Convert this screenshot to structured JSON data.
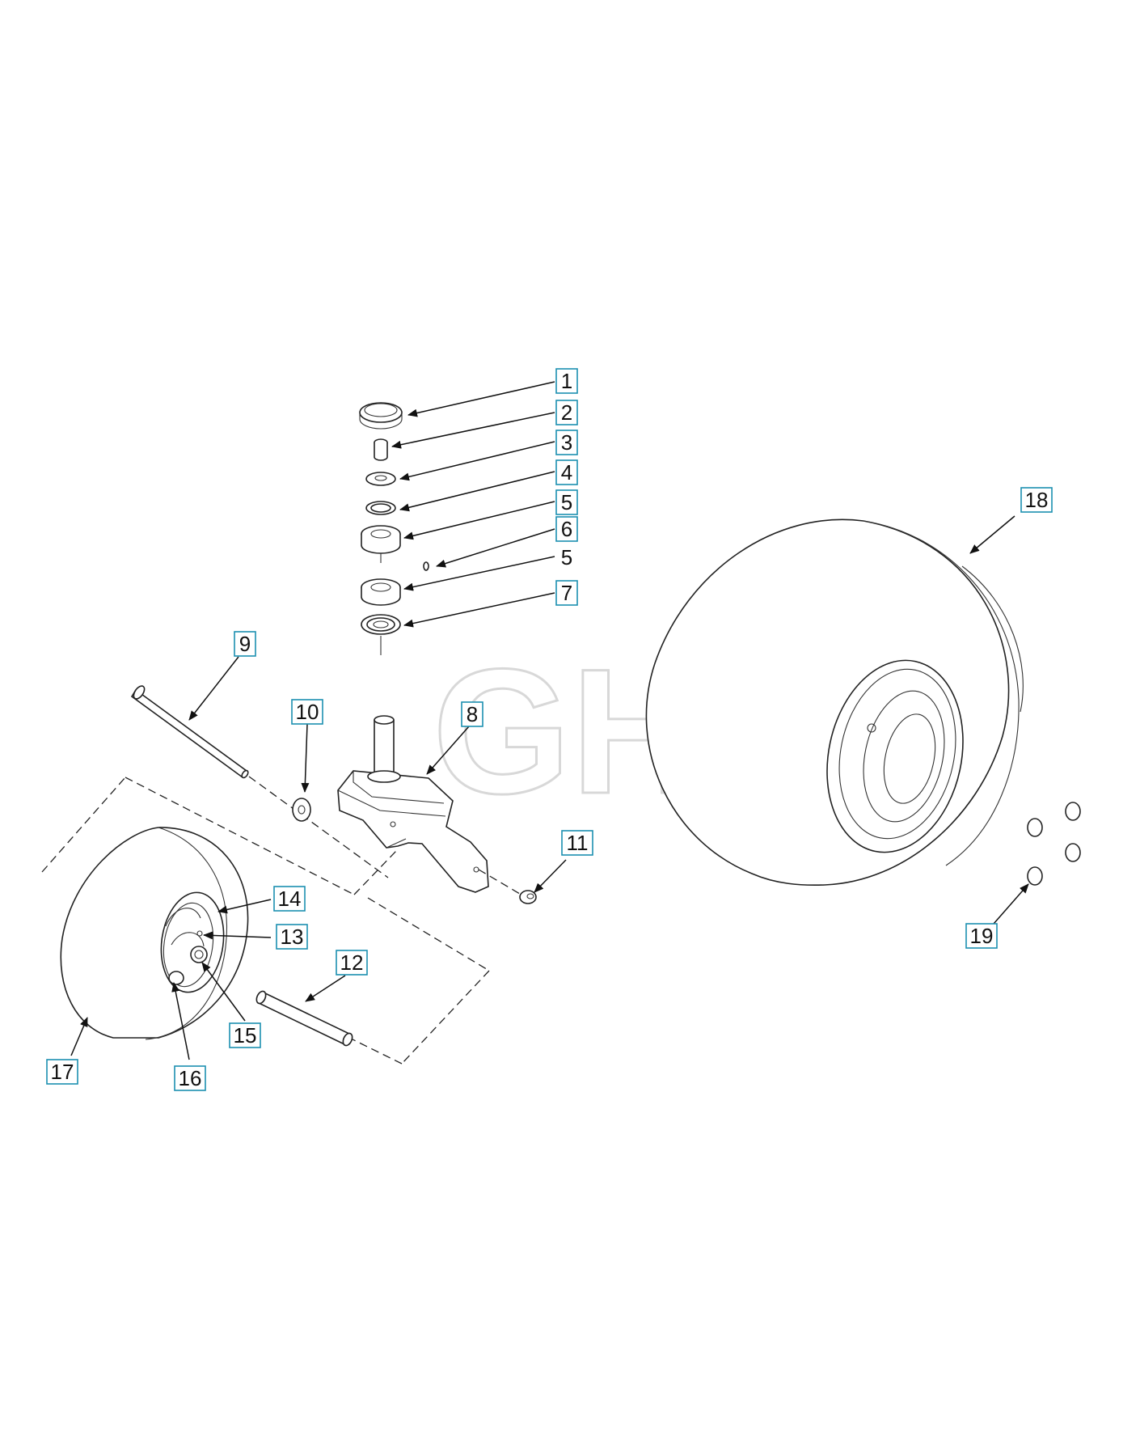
{
  "watermark": "GHS",
  "colors": {
    "callout_border": "#1c8fb0",
    "line": "#222222"
  },
  "callouts": [
    {
      "id": "c1",
      "label": "1",
      "boxed": true
    },
    {
      "id": "c2",
      "label": "2",
      "boxed": true
    },
    {
      "id": "c3",
      "label": "3",
      "boxed": true
    },
    {
      "id": "c4",
      "label": "4",
      "boxed": true
    },
    {
      "id": "c5a",
      "label": "5",
      "boxed": true
    },
    {
      "id": "c6",
      "label": "6",
      "boxed": true
    },
    {
      "id": "c5b",
      "label": "5",
      "boxed": false
    },
    {
      "id": "c7",
      "label": "7",
      "boxed": true
    },
    {
      "id": "c8",
      "label": "8",
      "boxed": true
    },
    {
      "id": "c9",
      "label": "9",
      "boxed": true
    },
    {
      "id": "c10",
      "label": "10",
      "boxed": true
    },
    {
      "id": "c11",
      "label": "11",
      "boxed": true
    },
    {
      "id": "c12",
      "label": "12",
      "boxed": true
    },
    {
      "id": "c13",
      "label": "13",
      "boxed": true
    },
    {
      "id": "c14",
      "label": "14",
      "boxed": true
    },
    {
      "id": "c15",
      "label": "15",
      "boxed": true
    },
    {
      "id": "c16",
      "label": "16",
      "boxed": true
    },
    {
      "id": "c17",
      "label": "17",
      "boxed": true
    },
    {
      "id": "c18",
      "label": "18",
      "boxed": true
    },
    {
      "id": "c19",
      "label": "19",
      "boxed": true
    }
  ]
}
